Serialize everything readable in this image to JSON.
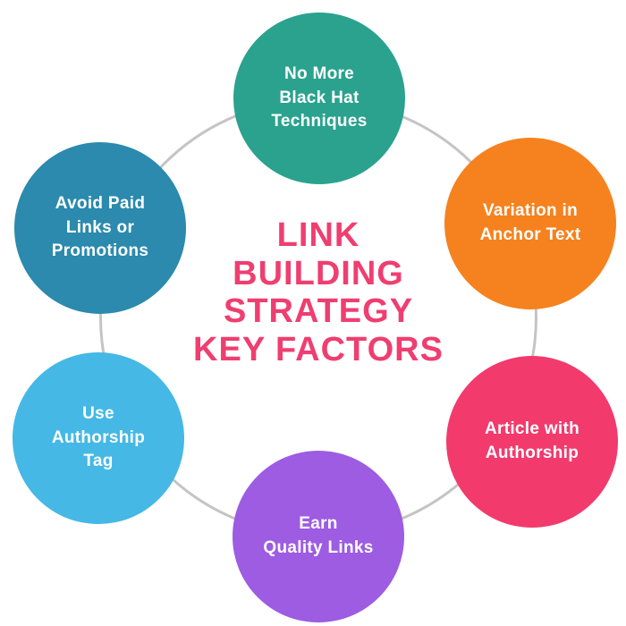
{
  "title": {
    "text": "LINK\nBUILDING\nSTRATEGY\nKEY FACTORS",
    "color": "#ef3e70"
  },
  "ring": {
    "color": "#c4c4c4"
  },
  "background_color": "#ffffff",
  "factors": [
    {
      "label": "No More\nBlack Hat\nTechniques",
      "color": "#2aa28e",
      "text_color": "#ffffff",
      "position": "top"
    },
    {
      "label": "Variation in\nAnchor Text",
      "color": "#f5821f",
      "text_color": "#ffffff",
      "position": "top-right"
    },
    {
      "label": "Article with\nAuthorship",
      "color": "#f23a6d",
      "text_color": "#ffffff",
      "position": "bottom-right"
    },
    {
      "label": "Earn\nQuality Links",
      "color": "#9d5ce2",
      "text_color": "#ffffff",
      "position": "bottom"
    },
    {
      "label": "Use\nAuthorship\nTag",
      "color": "#45b8e5",
      "text_color": "#ffffff",
      "position": "bottom-left"
    },
    {
      "label": "Avoid Paid\nLinks or\nPromotions",
      "color": "#2b8aad",
      "text_color": "#ffffff",
      "position": "top-left"
    }
  ]
}
